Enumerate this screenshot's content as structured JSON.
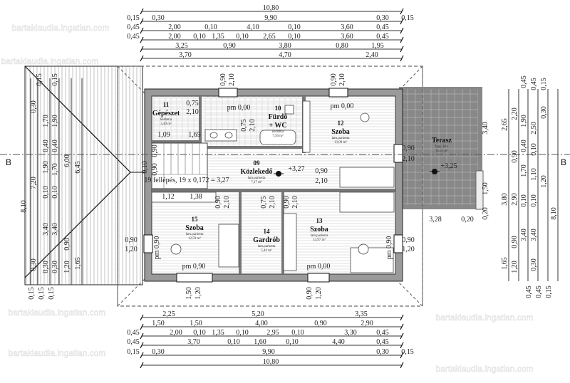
{
  "watermark": "bartaklaudia.ingatlan.com",
  "section_marker": "B",
  "top_dims": [
    [
      "10,80"
    ],
    [
      "0,15",
      "0,30",
      "9,90",
      "0,30",
      "0,15"
    ],
    [
      "0,45",
      "2,00",
      "0,10",
      "4,10",
      "0,10",
      "3,60",
      "0,45"
    ],
    [
      "0,45",
      "2,00",
      "0,10",
      "1,35",
      "0,10",
      "2,65",
      "0,10",
      "3,60",
      "0,45"
    ],
    [
      "3,25",
      "0,90",
      "3,80",
      "0,80",
      "1,95"
    ],
    [
      "3,70",
      "4,70",
      "2,40"
    ]
  ],
  "bottom_dims": [
    [
      "2,25",
      "5,20",
      "3,35"
    ],
    [
      "1,50",
      "1,50",
      "4,00",
      "0,90",
      "2,90"
    ],
    [
      "0,45",
      "2,00",
      "0,10",
      "1,35",
      "0,10",
      "2,95",
      "0,10",
      "3,30",
      "0,45"
    ],
    [
      "0,45",
      "3,70",
      "0,10",
      "1,60",
      "0,10",
      "4,40",
      "0,45"
    ],
    [
      "0,15",
      "0,30",
      "9,90",
      "0,30",
      "0,15"
    ],
    [
      "10,80"
    ]
  ],
  "right_dims": [
    "2,65",
    "3,80",
    "1,65",
    "2,20",
    "0,90",
    "2,90",
    "0,90",
    "1,20",
    "0,45",
    "1,90",
    "0,40",
    "1,70",
    "0,10",
    "3,40",
    "0,45",
    "2,50",
    "0,10",
    "1,10",
    "0,10",
    "3,40",
    "0,30",
    "0,15",
    "0,30",
    "1,20",
    "8,10",
    "3,40",
    "1,50",
    "0,20",
    "0,45",
    "0,45",
    "0,15"
  ],
  "left_dims": [
    "8,10",
    "0,30",
    "7,20",
    "0,30",
    "0,15",
    "1,70",
    "0,40",
    "1,90",
    "0,10",
    "3,40",
    "0,30",
    "0,15",
    "1,90",
    "0,40",
    "1,70",
    "0,10",
    "3,40",
    "0,30",
    "6,00",
    "0,90",
    "1,20",
    "6,45",
    "1,65",
    "0,15",
    "0,15",
    "0,15"
  ],
  "rooms": [
    {
      "num": "11",
      "name": "Gépészet",
      "floor": "kerámia",
      "area": "3,40 m²"
    },
    {
      "num": "10",
      "name": "Fürdő",
      "name2": "+ WC",
      "floor": "kerámia",
      "area": "7,50 m²"
    },
    {
      "num": "12",
      "name": "Szoba",
      "floor": "lam.parketta",
      "area": "13,09 m²"
    },
    {
      "num": "09",
      "name": "Közlekedő",
      "floor": "lam.parketta",
      "area": "7,17 m²"
    },
    {
      "num": "15",
      "name": "Szoba",
      "floor": "lam.parketta",
      "area": "12,59 m²"
    },
    {
      "num": "14",
      "name": "Gardrób",
      "floor": "lam.parketta",
      "area": "5,44 m²"
    },
    {
      "num": "13",
      "name": "Szoba",
      "floor": "lam.parketta",
      "area": "14,97 m²"
    },
    {
      "num": "",
      "name": "Terasz",
      "floor": "fagy. kőr.",
      "area": "16,51 m²"
    }
  ],
  "annotations": {
    "pm1": "pm 0,00",
    "pm2": "pm 0,00",
    "pm3": "pm 0,90",
    "pm4": "pm 0,00",
    "pm5": "pm 0,90",
    "pm6": "pm 0,90",
    "stairs": "19 fellépés, 19 x 0,172 = 3,27",
    "level_hall": "+3,27",
    "level_terrace": "+3,25",
    "d1a": "0,75",
    "d1b": "2,10",
    "d2a": "1,09",
    "d2b": "1,65",
    "d3a": "0,75",
    "d3b": "2,10",
    "d4a": "0,90",
    "d4b": "2,10",
    "d5a": "0,90",
    "d5b": "2,10",
    "d6a": "1,12",
    "d6b": "1,38",
    "d7a": "0,90",
    "d7b": "2,10",
    "d8a": "0,75",
    "d8b": "2,10",
    "d9a": "0,90",
    "d9b": "2,10",
    "w1a": "0,90",
    "w1b": "2,10",
    "w2a": "0,90",
    "w2b": "2,10",
    "w3a": "0,90",
    "w3b": "1,20",
    "w4a": "0,90",
    "w4b": "1,20",
    "w5a": "1,50",
    "w5b": "1,20",
    "w6a": "0,90",
    "w6b": "1,20",
    "t1": "3,28",
    "t2": "0,20",
    "st1": "0,10",
    "st2": "0,90",
    "st3": "0,90"
  }
}
